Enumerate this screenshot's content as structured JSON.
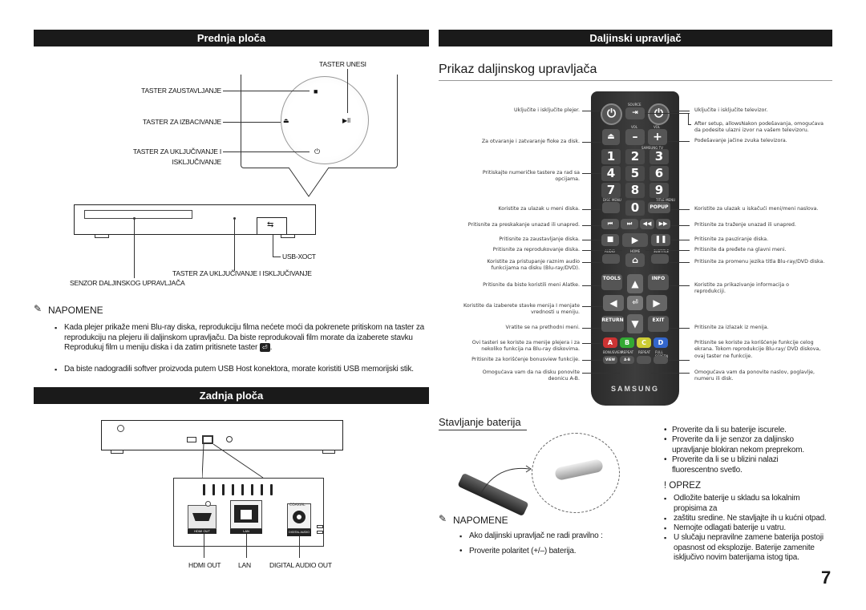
{
  "left": {
    "front_header": "Prednja ploča",
    "labels": {
      "taster_unesi": "TASTER UNESI",
      "taster_zaustavljanje": "TASTER ZAUSTAVLJANJE",
      "taster_izbacivanje": "TASTER ZA IZBACIVANJE",
      "taster_power_1": "TASTER ZA UKLJUČIVANJE I",
      "taster_power_2": "ISKLJUČIVANJE",
      "usb": "USB-ХОСТ",
      "taster_power_full": "TASTER ZA UKLJUČIVANJE I ISKLJUČIVANJE",
      "senzor": "SENZOR DALJINSKOG UPRAVLJAČA"
    },
    "note": {
      "title": "NAPOMENE",
      "item1_part1": "Kada plejer prikaže meni Blu-ray diska, reprodukciju filma nećete moći da pokrenete pritiskom na taster za reprodukciju na plejeru ili daljinskom upravljaču. Da biste reprodukovali film morate da izaberete stavku Reprodukuj film u meniju diska i da zatim pritisnete taster",
      "item1_end": ".",
      "item2": "Da biste nadogradili softver proizvoda putem USB Host konektora, morate koristiti USB memorijski stik."
    },
    "back_header": "Zadnja ploča",
    "back_labels": {
      "coaxial": "COAXIAL",
      "hdmi_small": "HDMI OUT",
      "lan_small": "LAN",
      "digital_small": "DIGITAL AUDIO OUT",
      "hdmi_out": "HDMI OUT",
      "lan": "LAN",
      "digital_audio_out": "DIGITAL AUDIO OUT"
    }
  },
  "right": {
    "remote_header": "Daljinski upravljač",
    "remote_title": "Prikaz daljinskog upravljača",
    "left_callouts": [
      "Uključite i isključite plejer.",
      "Za otvaranje i zatvaranje fioke za disk.",
      "Pritiskajte numeričke tastere za rad sa opcijama.",
      "Koristite za ulazak u meni diska.",
      "Pritisnite za preskakanje unazad ili unapred.",
      "Pritisnite za zaustavljanje diska.",
      "Pritisnite za reprodukovanje diska.",
      "Koristite za pristupanje raznim audio funkcijama na disku (Blu-ray/DVD).",
      "Pritisnite da biste koristili meni Alatke.",
      "Koristite da izaberete stavke menija I menjate vrednosti u meniju.",
      "Vratite se na prethodni meni.",
      "Ovi tasteri se koriste za menije plejera i za nekoliko funkcija na Blu-ray diskovima.",
      "Pritisnite za korišćenje bonusview funkcije.",
      "Omogućava vam da na disku ponovite deonicu A-B."
    ],
    "right_callouts": [
      "Uključite i isključite televizor.",
      "After setup, allowsNakon podešavanja, omogućava da podesite ulazni izvor na vašem televizoru.",
      "Podešavanje jačine zvuka televizora.",
      "Koristite za ulazak u iskačući meni/meni naslova.",
      "Pritisnite za traženje unazad ili unapred.",
      "Pritisnite za pauziranje diska.",
      "Pritisnite da pređete na glavni meni.",
      "Pritisnite za promenu jezika titla Blu-ray/DVD diska.",
      "Koristite za prikazivanje informacija o reprodukciji.",
      "Pritisnite za izlazak iz menija.",
      "Pritisnite se koriste za korišćenje funkcije celog ekrana. Tokom reprodukcije Blu-ray/ DVD diskova, ovaj taster ne funkcije.",
      "Omogućava vam da ponovite naslov, poglavlje, numeru ili disk."
    ],
    "remote_labels": {
      "source": "SOURCE",
      "vol": "VOL",
      "vol2": "VOL",
      "samsung_tv": "SAMSUNG TV",
      "disc_menu": "DISC MENU",
      "title_menu": "TITLE MENU",
      "popup": "POPUP",
      "audio": "AUDIO",
      "home": "HOME",
      "subtitle": "SUBTITLE",
      "tools": "TOOLS",
      "info": "INFO",
      "return": "RETURN",
      "exit": "EXIT",
      "a": "A",
      "b": "B",
      "c": "C",
      "d": "D",
      "bonusview": "BONUSVIEW",
      "repeat": "REPEAT",
      "repeat2": "REPEAT",
      "full_screen": "FULL SCREEN",
      "view": "VIEW",
      "ab": "A-B",
      "brand": "SAMSUNG",
      "numbers": [
        "1",
        "2",
        "3",
        "4",
        "5",
        "6",
        "7",
        "8",
        "9",
        "0"
      ]
    },
    "battery": {
      "title": "Stavljanje baterija",
      "checks": [
        "Proverite da li su baterije iscurele.",
        "Proverite da li je senzor za daljinsko upravljanje blokiran nekom preprekom.",
        "Proverite da li se u blizini nalazi fluorescentno svetlo."
      ],
      "caution_title": "! OPREZ",
      "caution_items": [
        "Odložite baterije u skladu sa lokalnim propisima za",
        "zaštitu sredine. Ne stavljajte ih u kućni otpad.",
        "Nemojte odlagati baterije u vatru.",
        "U slučaju nepravilne zamene baterija postoji opasnost od eksplozije. Baterije zamenite isključivo novim baterijama istog tipa."
      ],
      "note_title": "NAPOMENE",
      "note_item": "Ako daljinski upravljač ne radi pravilno :",
      "note_sub": "Proverite polaritet (+/–) baterija."
    }
  },
  "page_number": "7"
}
